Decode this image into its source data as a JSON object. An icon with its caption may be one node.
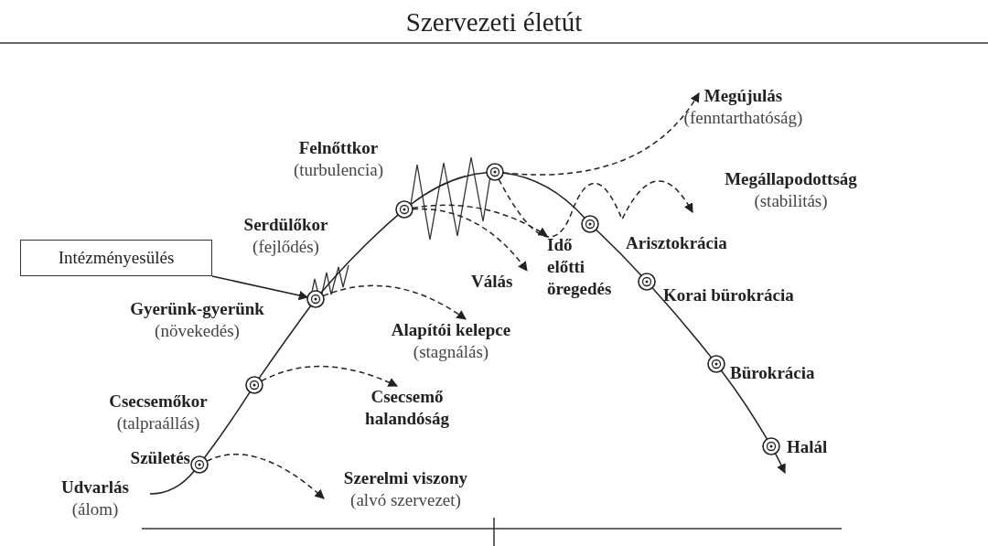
{
  "diagram": {
    "title": "Szervezeti életút",
    "nodes": [
      {
        "text": [
          "Udvarlás",
          "(álom)"
        ]
      },
      {
        "text": [],
        "shape": "circle",
        "beside": [
          "Születés"
        ]
      },
      {
        "text": [],
        "shape": "circle",
        "beside": [
          "Csecsemőkor",
          "(talpraállás)"
        ]
      },
      {
        "text": [],
        "shape": "circle",
        "beside": [
          "Gyerünk-gyerünk",
          "(növekedés)"
        ]
      },
      {
        "text": [],
        "shape": "circle",
        "beside": [
          "Serdülőkor",
          "(fejlődés)"
        ]
      },
      {
        "text": [],
        "shape": "circle",
        "beside": [
          "Felnőttkor",
          "(turbulencia)"
        ]
      },
      {
        "text": [],
        "shape": "circle"
      },
      {
        "text": [],
        "shape": "circle",
        "beside": [
          "Korai bürokrácia"
        ]
      },
      {
        "text": [],
        "shape": "circle",
        "beside": [
          "Bürokrácia"
        ]
      },
      {
        "text": [],
        "shape": "circle",
        "beside": [
          "Halál"
        ]
      },
      {
        "text": [
          "Szerelmi viszony",
          "(alvó szervezet)"
        ]
      },
      {
        "text": [
          "Csecsemő halandóság"
        ]
      },
      {
        "text": [
          "Alapítói kelepce",
          "(stagnálás)"
        ]
      },
      {
        "text": [
          "Válás"
        ]
      },
      {
        "text": [
          "Idő előtti öregedés"
        ]
      },
      {
        "text": [
          "Megújulás",
          "(fenntarthatóság)"
        ]
      },
      {
        "text": [
          "Megállapodottság",
          "(stabilitás)"
        ]
      },
      {
        "text": [
          "Intézményesülés"
        ]
      }
    ],
    "edges": [
      {
        "from": 0,
        "to": 1,
        "arrow": "none"
      },
      {
        "from": 1,
        "to": 2,
        "arrow": "none"
      },
      {
        "from": 2,
        "to": 3,
        "arrow": "none"
      },
      {
        "from": 3,
        "to": 4,
        "arrow": "none"
      },
      {
        "from": 4,
        "to": 5,
        "arrow": "none"
      },
      {
        "from": 5,
        "to": 6,
        "arrow": "none"
      },
      {
        "from": 6,
        "to": 7,
        "arrow": "none"
      },
      {
        "from": 7,
        "to": 8,
        "arrow": "none"
      },
      {
        "from": 8,
        "to": 9,
        "arrow": "none"
      },
      {
        "from": 9,
        "to": null,
        "arrow": "to"
      },
      {
        "from": 1,
        "to": 10,
        "arrow": "to",
        "style": "dashed"
      },
      {
        "from": 2,
        "to": 11,
        "arrow": "to",
        "style": "dashed"
      },
      {
        "from": 3,
        "to": 12,
        "arrow": "to",
        "style": "dashed"
      },
      {
        "from": 4,
        "to": 13,
        "arrow": "to",
        "style": "dashed"
      },
      {
        "from": 4,
        "to": 14,
        "arrow": "to",
        "style": "dashed"
      },
      {
        "from": 5,
        "to": 15,
        "arrow": "to",
        "style": "dashed"
      },
      {
        "from": 5,
        "to": 16,
        "arrow": "to",
        "style": "dashed"
      },
      {
        "from": 17,
        "to": 3,
        "arrow": "to"
      }
    ],
    "labels": [
      "Arisztokrácia"
    ]
  }
}
